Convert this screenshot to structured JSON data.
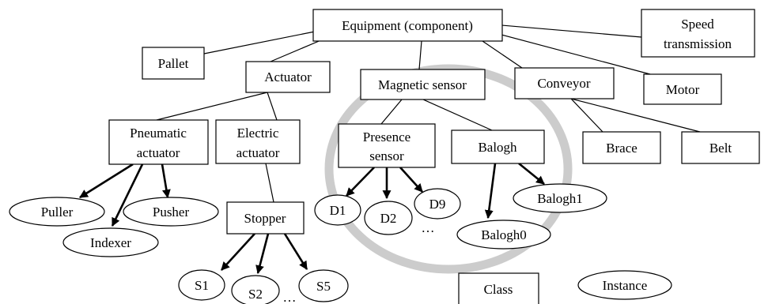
{
  "classes": {
    "equipment": "Equipment (component)",
    "speed_transmission": [
      "Speed",
      "transmission"
    ],
    "pallet": "Pallet",
    "actuator": "Actuator",
    "magnetic_sensor": "Magnetic sensor",
    "conveyor": "Conveyor",
    "motor": "Motor",
    "pneumatic_actuator": [
      "Pneumatic",
      "actuator"
    ],
    "electric_actuator": [
      "Electric",
      "actuator"
    ],
    "presence_sensor": [
      "Presence",
      "sensor"
    ],
    "balogh": "Balogh",
    "brace": "Brace",
    "belt": "Belt",
    "stopper": "Stopper"
  },
  "instances": {
    "puller": "Puller",
    "indexer": "Indexer",
    "pusher": "Pusher",
    "d1": "D1",
    "d2": "D2",
    "d9": "D9",
    "d_ellipsis": "…",
    "balogh1": "Balogh1",
    "balogh0": "Balogh0",
    "s1": "S1",
    "s2": "S2",
    "s_ellipsis": "…",
    "s5": "S5"
  },
  "legend": {
    "class_label": "Class",
    "instance_label": "Instance"
  },
  "colors": {
    "highlight_ring": "#cccccc"
  }
}
